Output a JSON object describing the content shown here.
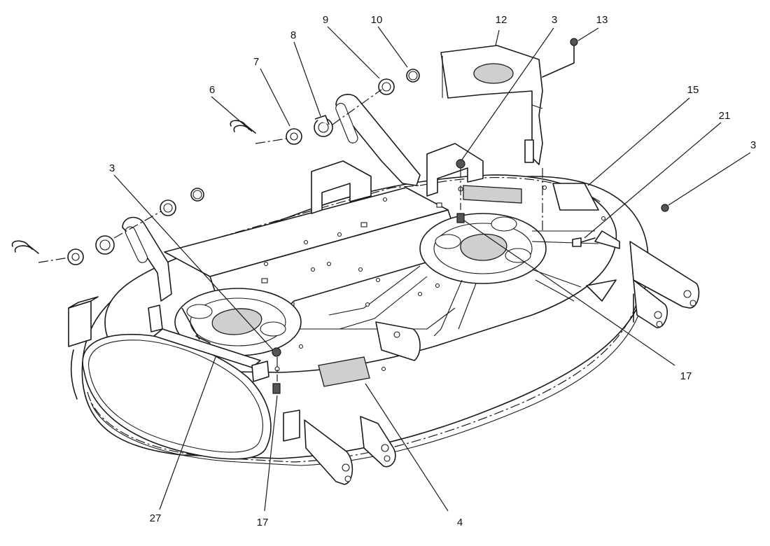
{
  "diagram": {
    "callouts": [
      {
        "id": "c12",
        "label": "12"
      },
      {
        "id": "c3a",
        "label": "3"
      },
      {
        "id": "c13",
        "label": "13"
      },
      {
        "id": "c10",
        "label": "10"
      },
      {
        "id": "c9",
        "label": "9"
      },
      {
        "id": "c8",
        "label": "8"
      },
      {
        "id": "c7",
        "label": "7"
      },
      {
        "id": "c6",
        "label": "6"
      },
      {
        "id": "c15",
        "label": "15"
      },
      {
        "id": "c21",
        "label": "21"
      },
      {
        "id": "c3b",
        "label": "3"
      },
      {
        "id": "c3c",
        "label": "3"
      },
      {
        "id": "c17a",
        "label": "17"
      },
      {
        "id": "c27",
        "label": "27"
      },
      {
        "id": "c17b",
        "label": "17"
      },
      {
        "id": "c4",
        "label": "4"
      }
    ]
  }
}
